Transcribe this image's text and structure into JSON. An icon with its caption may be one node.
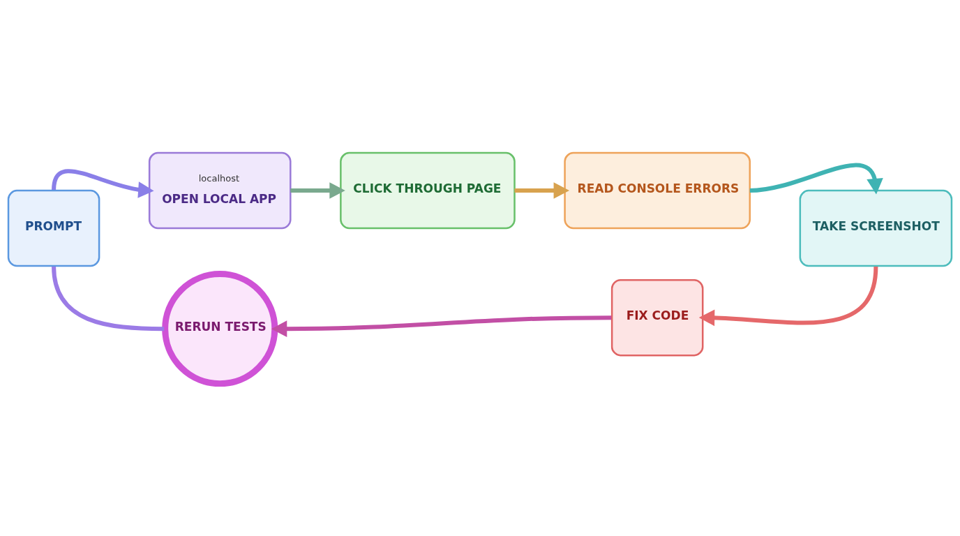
{
  "diagram": {
    "nodes": [
      {
        "text": [
          "PROMPT"
        ]
      },
      {
        "text": [
          "localhost",
          "OPEN LOCAL APP"
        ]
      },
      {
        "text": [
          "CLICK THROUGH PAGE"
        ]
      },
      {
        "text": [
          "READ CONSOLE ERRORS"
        ]
      },
      {
        "text": [
          "TAKE SCREENSHOT"
        ]
      },
      {
        "text": [
          "FIX CODE"
        ]
      },
      {
        "text": [
          "RERUN TESTS"
        ]
      }
    ],
    "edges": [
      {
        "from": 0,
        "to": 1,
        "arrow": "to",
        "color": "#8a7fe8"
      },
      {
        "from": 1,
        "to": 2,
        "arrow": "to",
        "color": "#7aa98e"
      },
      {
        "from": 2,
        "to": 3,
        "arrow": "to",
        "color": "#d8a24e"
      },
      {
        "from": 3,
        "to": 4,
        "arrow": "to",
        "color": "#3fb3b3"
      },
      {
        "from": 4,
        "to": 5,
        "arrow": "to",
        "color": "#e5686a"
      },
      {
        "from": 5,
        "to": 6,
        "arrow": "to",
        "color": "#c24fa5"
      },
      {
        "from": 6,
        "to": 0,
        "arrow": "none",
        "color": "#9b7be6"
      }
    ]
  }
}
